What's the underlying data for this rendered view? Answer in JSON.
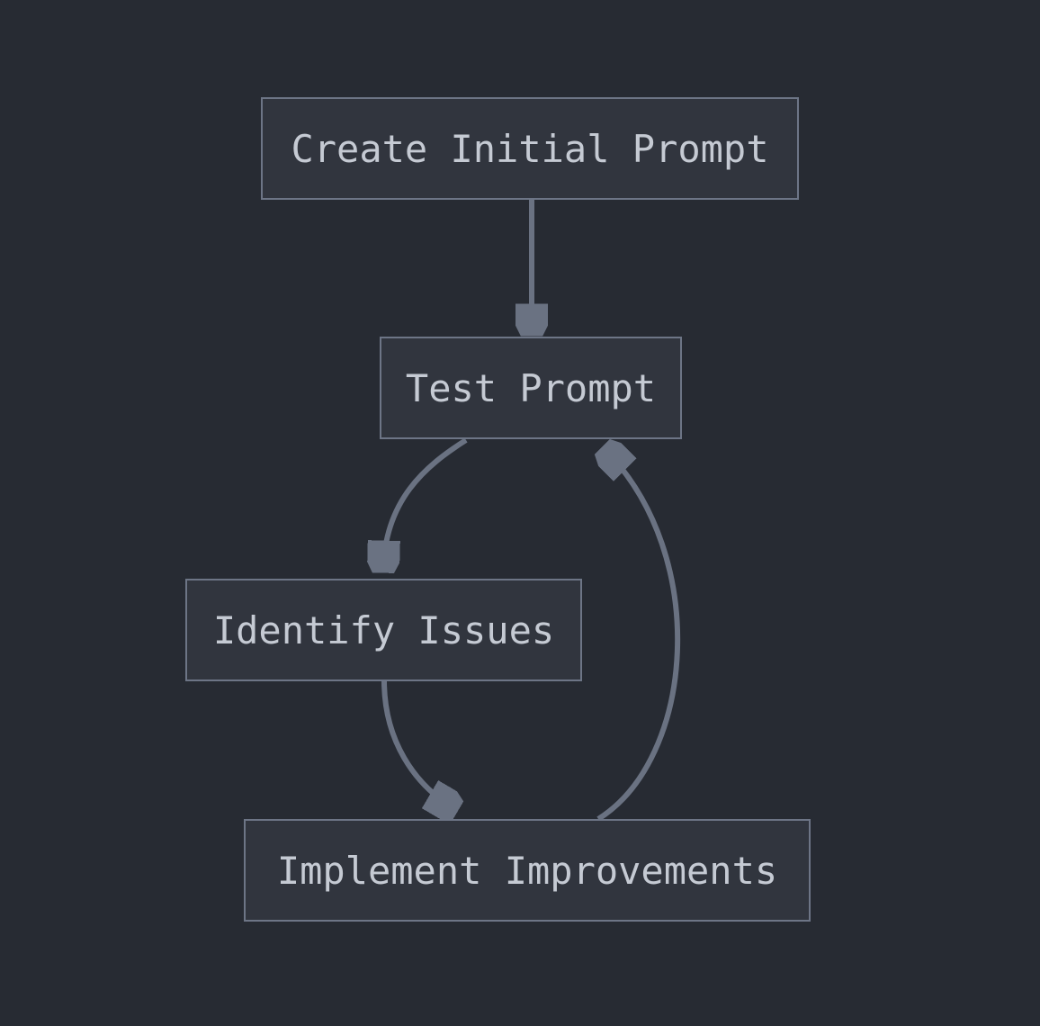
{
  "diagram": {
    "type": "flowchart",
    "direction": "top-down",
    "nodes": [
      {
        "id": "create",
        "label": "Create Initial Prompt"
      },
      {
        "id": "test",
        "label": "Test Prompt"
      },
      {
        "id": "identify",
        "label": "Identify Issues"
      },
      {
        "id": "implement",
        "label": "Implement Improvements"
      }
    ],
    "edges": [
      {
        "from": "create",
        "to": "test"
      },
      {
        "from": "test",
        "to": "identify"
      },
      {
        "from": "identify",
        "to": "implement"
      },
      {
        "from": "implement",
        "to": "test"
      }
    ],
    "colors": {
      "background": "#272b33",
      "node_fill": "#31353e",
      "node_border": "#6d7586",
      "node_text": "#c5cad3",
      "edge": "#6a7282"
    }
  }
}
